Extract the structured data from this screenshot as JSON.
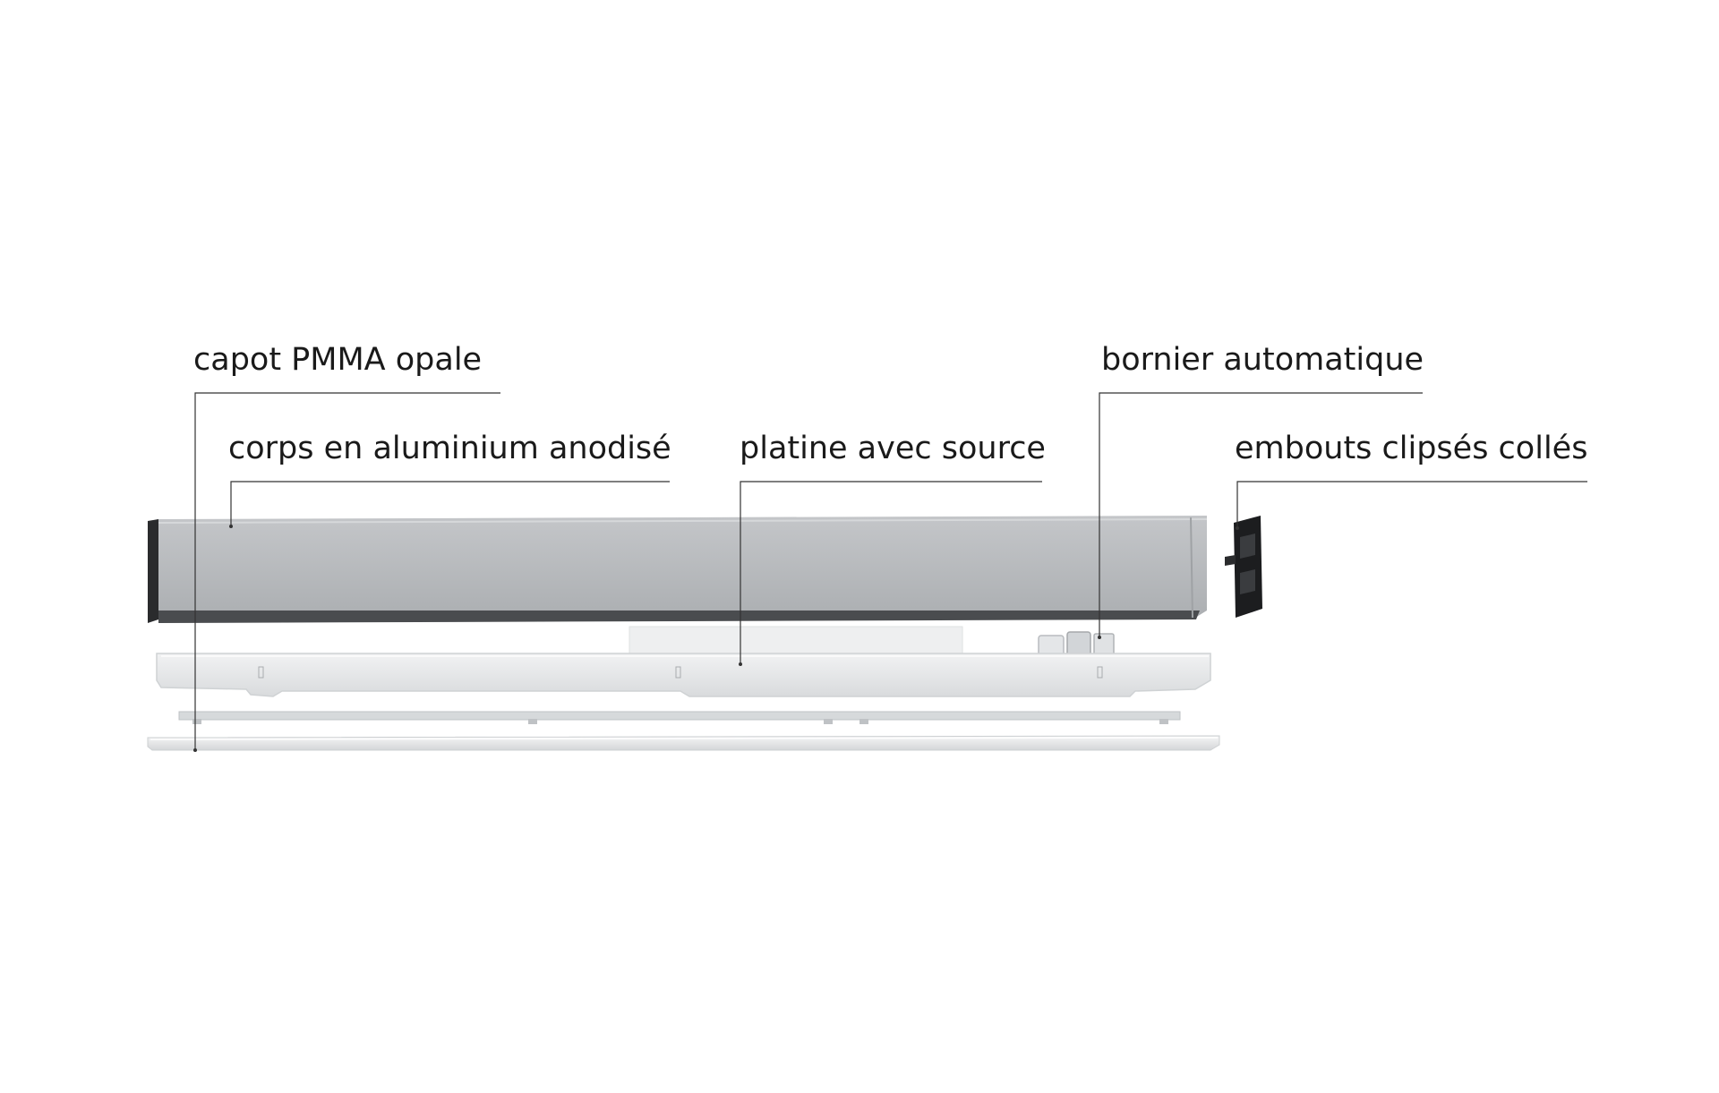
{
  "labels": {
    "capot": "capot PMMA opale",
    "corps": "corps en aluminium anodisé",
    "platine": "platine avec source",
    "bornier": "bornier automatique",
    "embouts": "embouts clipsés collés"
  },
  "colors": {
    "background": "#ffffff",
    "text": "#1a1a1a",
    "leader_line": "#333333",
    "aluminium": "#b8babd",
    "aluminium_dark": "#2a2b2d",
    "plate": "#e6e7e8",
    "led_strip": "#cfd2d4",
    "diffuser": "#ededee",
    "end_cap": "#1c1d1f"
  }
}
